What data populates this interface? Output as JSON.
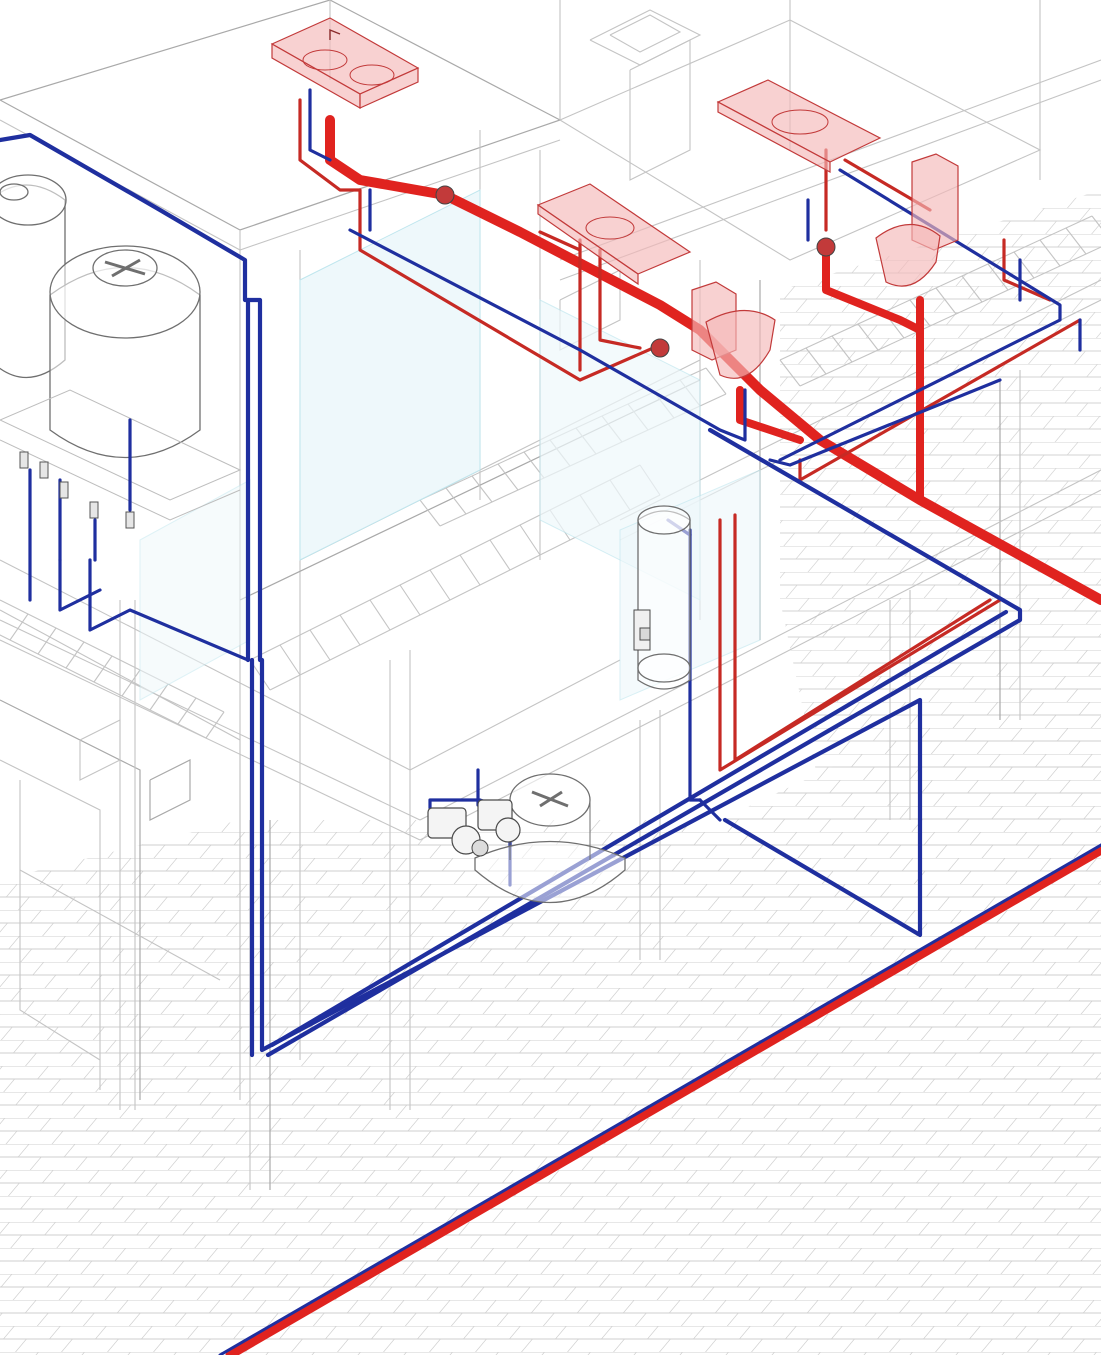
{
  "drawing": {
    "view": "isometric",
    "colors": {
      "background": "#ffffff",
      "ghost_geometry": "#c4c4c4",
      "cold_water": "#1f2f9f",
      "sewage": "#e0231f",
      "fixture_fill": "#f5b8b8",
      "glass_tint": "#bfe6ee"
    }
  },
  "components": {
    "water_tanks": 2,
    "fixtures": [
      "double-sink",
      "basin",
      "basin",
      "toilet",
      "toilet"
    ],
    "water_heater": 1,
    "pump_set": 1,
    "cistern": 1
  }
}
